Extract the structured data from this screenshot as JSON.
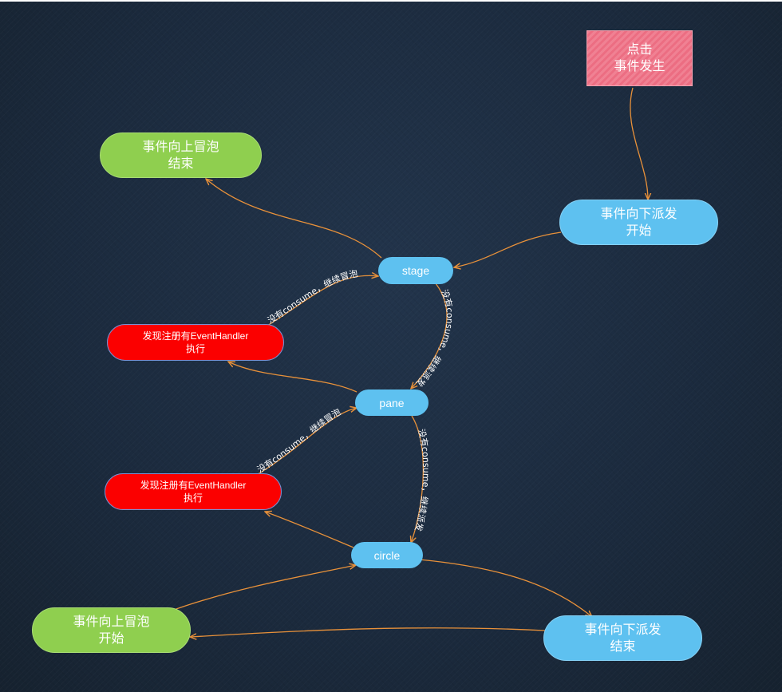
{
  "nodes": {
    "event_occurs": "点击\n事件发生",
    "dispatch_start": "事件向下派发\n开始",
    "stage": "stage",
    "bubble_end": "事件向上冒泡\n结束",
    "handler_1": "发现注册有EventHandler\n执行",
    "pane": "pane",
    "handler_2": "发现注册有EventHandler\n执行",
    "circle": "circle",
    "bubble_start": "事件向上冒泡\n开始",
    "dispatch_end": "事件向下派发\n结束"
  },
  "edge_labels": {
    "continue_dispatch": "没有consume，继续派发",
    "continue_bubble": "没有consume，继续冒泡"
  },
  "colors": {
    "edge": "#e8913a",
    "start_node": "#f08193",
    "green_node": "#8fcf4f",
    "blue_node": "#5ec1f0",
    "red_node": "#fb0000"
  }
}
